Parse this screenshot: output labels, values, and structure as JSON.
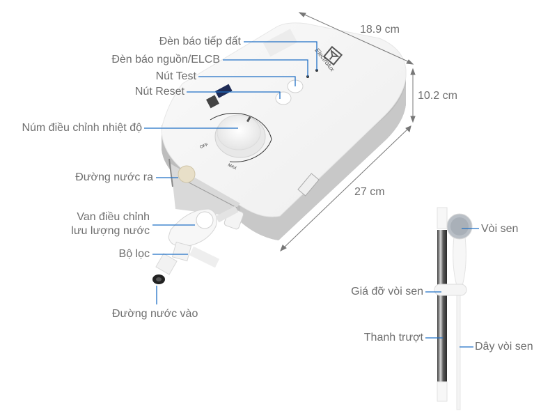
{
  "diagram": {
    "product": "Electrolux instant water heater",
    "brand": "Electrolux",
    "accent_color": "#1f6fc5",
    "label_color": "#6e6e6e",
    "dimensions": {
      "depth": "18.9 cm",
      "height": "10.2 cm",
      "width": "27 cm"
    },
    "heater_labels": [
      {
        "id": "ground-indicator",
        "text": "Đèn báo tiếp đất"
      },
      {
        "id": "power-elcb-indicator",
        "text": "Đèn báo nguồn/ELCB"
      },
      {
        "id": "test-button",
        "text": "Nút Test"
      },
      {
        "id": "reset-button",
        "text": "Nút Reset"
      },
      {
        "id": "temperature-knob",
        "text": "Núm điều chỉnh nhiệt độ"
      },
      {
        "id": "water-outlet",
        "text": "Đường nước ra"
      },
      {
        "id": "flow-valve",
        "text_line1": "Van điều chỉnh",
        "text_line2": "lưu lượng nước"
      },
      {
        "id": "filter",
        "text": "Bộ lọc"
      },
      {
        "id": "water-inlet",
        "text": "Đường nước vào"
      }
    ],
    "shower_labels": [
      {
        "id": "shower-head",
        "text": "Vòi sen"
      },
      {
        "id": "shower-holder",
        "text": "Giá đỡ vòi sen"
      },
      {
        "id": "slide-bar",
        "text": "Thanh trượt"
      },
      {
        "id": "shower-hose",
        "text": "Dây vòi sen"
      }
    ],
    "device_markings": {
      "knob_off": "OFF",
      "knob_max": "MAX"
    }
  }
}
